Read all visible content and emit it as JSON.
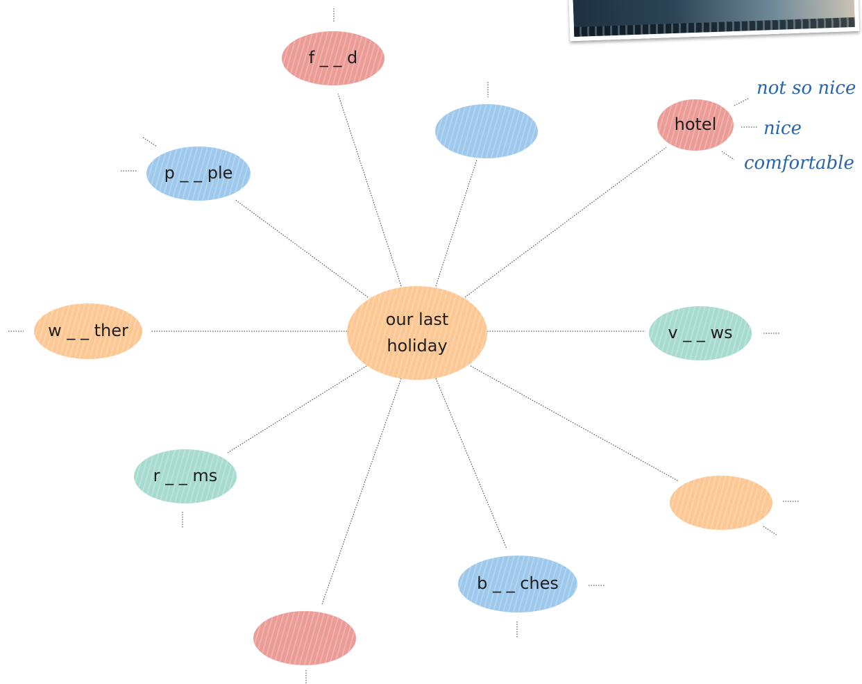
{
  "center": {
    "label": "our last\nholiday"
  },
  "nodes": [
    {
      "id": "food",
      "label": "f _ _ d",
      "color": "#ec9c96"
    },
    {
      "id": "blank-top",
      "label": "",
      "color": "#9ec9ec"
    },
    {
      "id": "hotel",
      "label": "hotel",
      "color": "#ec9c96"
    },
    {
      "id": "people",
      "label": "p _ _ ple",
      "color": "#9ec9ec"
    },
    {
      "id": "weather",
      "label": "w _ _ ther",
      "color": "#fcc793"
    },
    {
      "id": "views",
      "label": "v _ _ ws",
      "color": "#a8dbcf"
    },
    {
      "id": "rooms",
      "label": "r _ _ ms",
      "color": "#a8dbcf"
    },
    {
      "id": "blank-right",
      "label": "",
      "color": "#fcc793"
    },
    {
      "id": "beaches",
      "label": "b _ _ ches",
      "color": "#9ec9ec"
    },
    {
      "id": "blank-bottom",
      "label": "",
      "color": "#ec9c96"
    }
  ],
  "hotel_words": [
    "not so nice",
    "nice",
    "comfortable"
  ]
}
